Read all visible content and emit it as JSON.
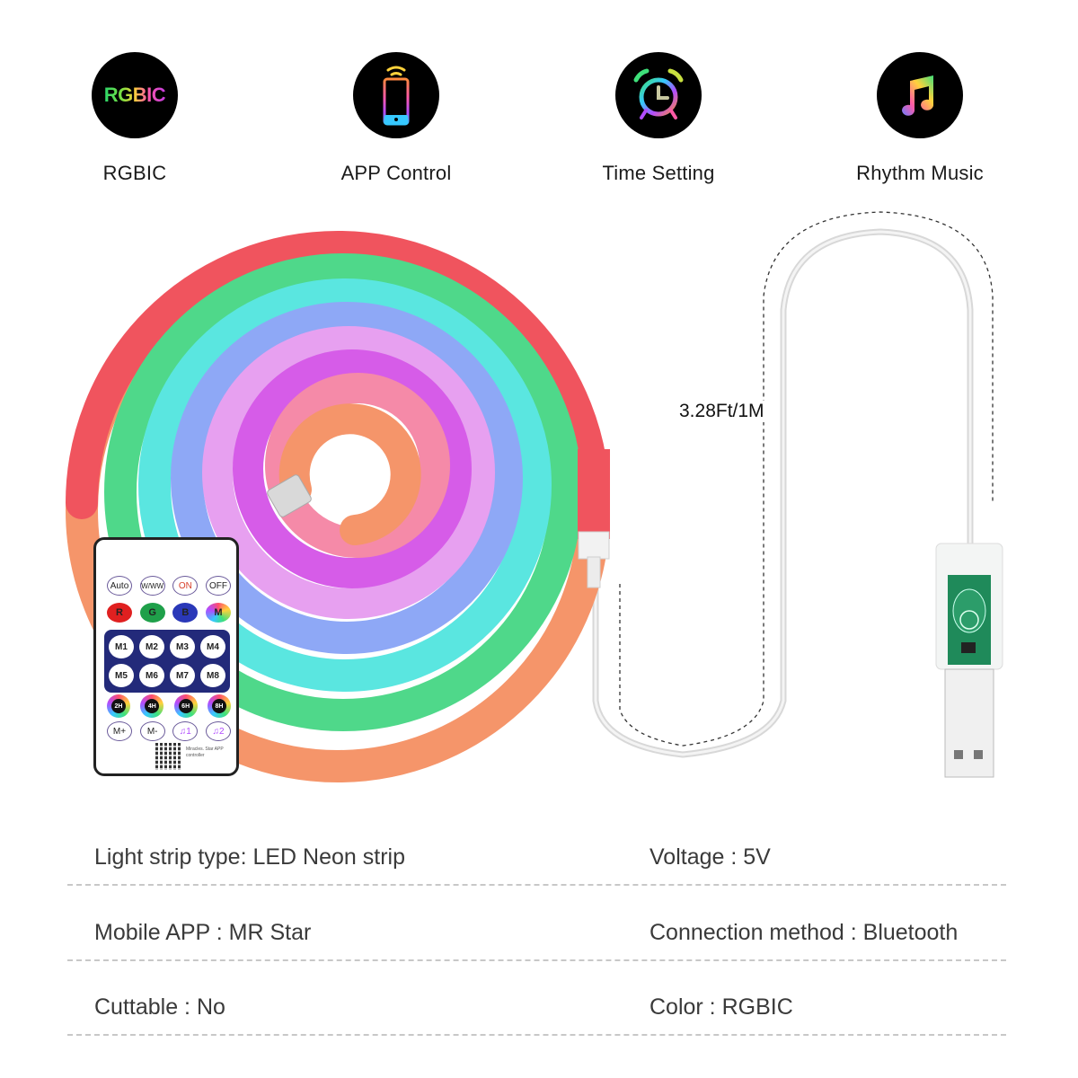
{
  "features": [
    {
      "icon": "rgbic-icon",
      "icon_text": "RGBIC",
      "label": "RGBIC"
    },
    {
      "icon": "smartphone-signal-icon",
      "label": "APP Control"
    },
    {
      "icon": "alarm-clock-icon",
      "label": "Time Setting"
    },
    {
      "icon": "music-note-icon",
      "label": "Rhythm Music"
    }
  ],
  "product": {
    "cable_length": "3.28Ft/1M",
    "strip_colors": [
      "#f0545e",
      "#4fd88a",
      "#5ae6e0",
      "#8ea8f6",
      "#e7a0f0",
      "#d65ce8",
      "#f58aa8",
      "#f5956a"
    ],
    "remote": {
      "row1": [
        "Auto",
        "W/WW",
        "ON",
        "OFF"
      ],
      "row2": [
        {
          "label": "R",
          "color": "#e02020"
        },
        {
          "label": "G",
          "color": "#1fa04a"
        },
        {
          "label": "B",
          "color": "#2a38b8"
        },
        {
          "label": "M",
          "color": "multicolor"
        }
      ],
      "mode_row1": [
        "M1",
        "M2",
        "M3",
        "M4"
      ],
      "mode_row2": [
        "M5",
        "M6",
        "M7",
        "M8"
      ],
      "timers": [
        "2H",
        "4H",
        "6H",
        "8H"
      ],
      "row_bottom": [
        "M+",
        "M-",
        "♫1",
        "♫2"
      ],
      "qr_caption": "Miracles. Star APP controller"
    }
  },
  "specs": [
    {
      "left": "Light strip type: LED Neon strip",
      "right": "Voltage : 5V"
    },
    {
      "left": "Mobile APP : MR Star",
      "right": "Connection method : Bluetooth"
    },
    {
      "left": "Cuttable : No",
      "right": "Color : RGBIC"
    }
  ]
}
